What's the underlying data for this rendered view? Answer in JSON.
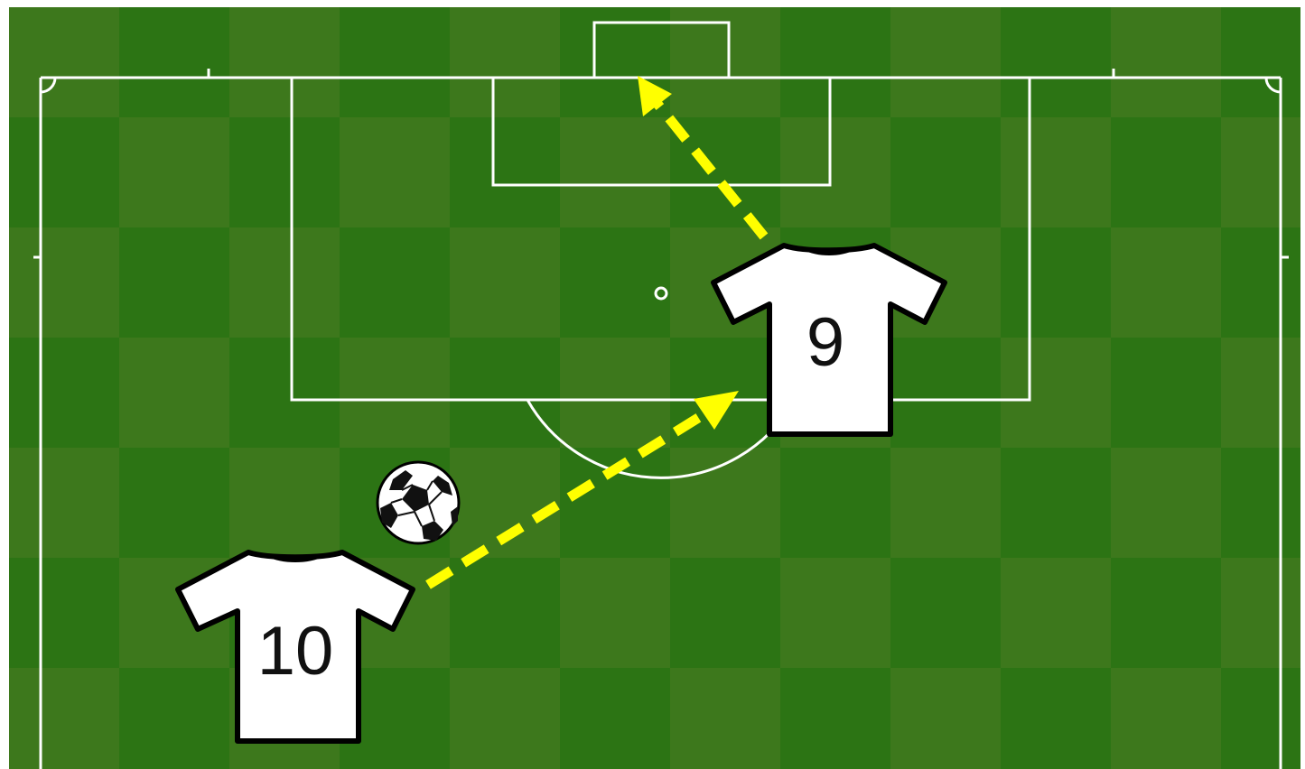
{
  "diagram": {
    "colors": {
      "grass_light": "#4a7b22",
      "grass_dark": "#2c7414",
      "lines": "#ffffff",
      "arrows": "#ffff00",
      "jersey": "#ffffff",
      "jersey_outline": "#000000"
    },
    "players": [
      {
        "id": "player-10",
        "number": "10",
        "icon": "jersey-icon"
      },
      {
        "id": "player-9",
        "number": "9",
        "icon": "jersey-icon"
      }
    ],
    "ball": {
      "icon": "football-icon"
    },
    "arrows": [
      {
        "id": "pass-arrow",
        "from": "player-10",
        "to": "player-9",
        "style": "dashed"
      },
      {
        "id": "shot-arrow",
        "from": "player-9",
        "to": "goal",
        "style": "dashed"
      }
    ]
  }
}
